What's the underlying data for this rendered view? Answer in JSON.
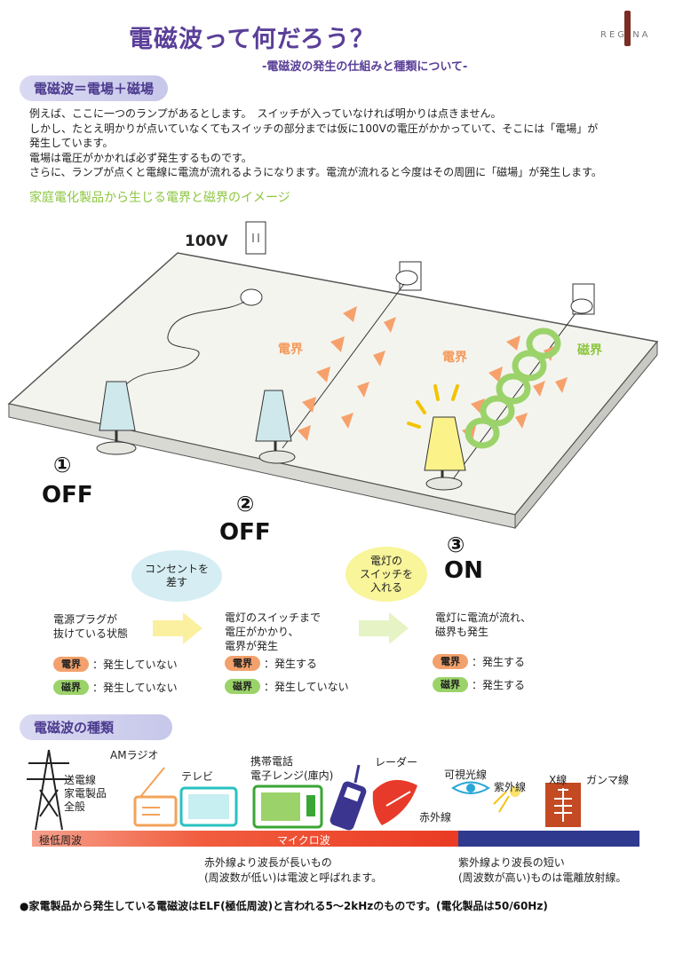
{
  "header": {
    "title": "電磁波って何だろう？",
    "subtitle": "-電磁波の発生の仕組みと種類について-",
    "logo_text": "REG NA"
  },
  "section1": {
    "heading": "電磁波＝電場＋磁場",
    "paragraph": [
      "例えば、ここに一つのランプがあるとします。　スイッチが入っていなければ明かりは点きません。",
      "しかし、たとえ明かりが点いていなくてもスイッチの部分までは仮に100Vの電圧がかかっていて、そこには「電場」が",
      "発生しています。",
      "電場は電圧がかかれば必ず発生するものです。",
      "さらに、ランプが点くと電線に電流が流れるようになります。電流が流れると今度はその周囲に「磁場」が発生します。"
    ],
    "illustration_caption": "家庭電化製品から生じる電界と磁界のイメージ"
  },
  "illustration": {
    "voltage": "100V",
    "field_electric": "電界",
    "field_magnetic": "磁界",
    "states": [
      {
        "num": "①",
        "label": "OFF"
      },
      {
        "num": "②",
        "label": "OFF"
      },
      {
        "num": "③",
        "label": "ON"
      }
    ]
  },
  "flow": {
    "bubble1": "コンセントを\n差す",
    "bubble2": "電灯の\nスイッチを\n入れる",
    "col1_desc": [
      "電源プラグが",
      "抜けている状態"
    ],
    "col2_desc": [
      "電灯のスイッチまで",
      "電圧がかかり、",
      "電界が発生"
    ],
    "col3_desc": [
      "電灯に電流が流れ、",
      "磁界も発生"
    ],
    "tag_e": "電界",
    "tag_m": "磁界",
    "col1_e": "：発生していない",
    "col1_m": "：発生していない",
    "col2_e": "：発生する",
    "col2_m": "：発生していない",
    "col3_e": "：発生する",
    "col3_m": "：発生する"
  },
  "section2": {
    "heading": "電磁波の種類",
    "labels": {
      "tower": [
        "送電線",
        "家電製品",
        "全般"
      ],
      "am": "AMラジオ",
      "tv": "テレビ",
      "mobile": [
        "携帯電話",
        "電子レンジ(庫内)"
      ],
      "radar": "レーダー",
      "ir": "赤外線",
      "visible": "可視光線",
      "uv": "紫外線",
      "xray": "X線",
      "gamma": "ガンマ線"
    },
    "bar_left": "極低周波",
    "bar_mid": "マイクロ波",
    "note_left": [
      "赤外線より波長が長いもの",
      "(周波数が低い)は電波と呼ばれます。"
    ],
    "note_right": [
      "紫外線より波長の短い",
      "(周波数が高い)ものは電離放射線。"
    ]
  },
  "footer": {
    "note": "●家電製品から発生している電磁波はELF(極低周波)と言われる5～2kHzのものです。(電化製品は50/60Hz)"
  },
  "colors": {
    "title": "#5a3f98",
    "electric": "#f39a5a",
    "magnetic": "#9bd36a",
    "bar_red": "#ea3b24",
    "bar_blue": "#2f3a8f"
  }
}
